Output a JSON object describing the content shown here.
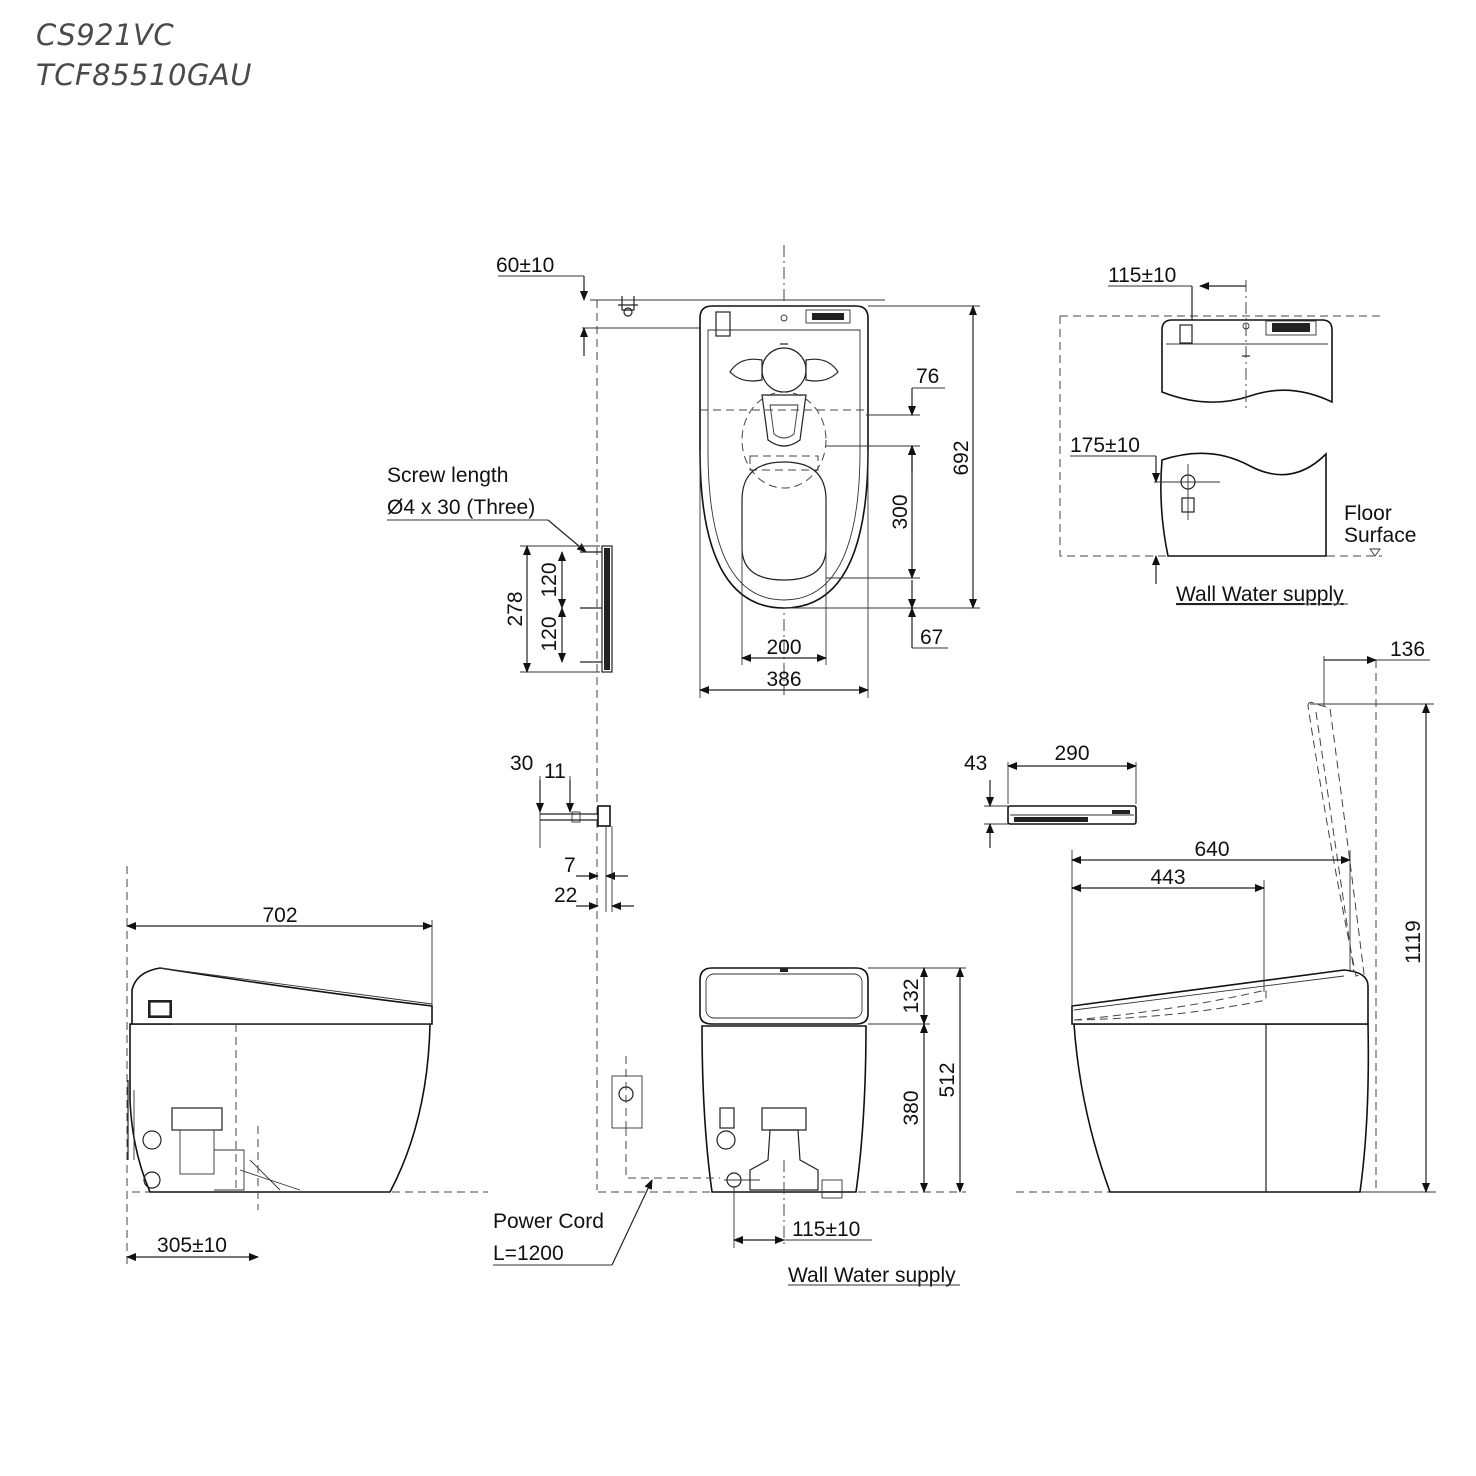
{
  "header": {
    "model_1": "CS921VC",
    "model_2": "TCF85510GAU"
  },
  "dimensions": {
    "top_offset": "60±10",
    "depth_76": "76",
    "depth_692": "692",
    "depth_300": "300",
    "depth_67": "67",
    "width_200": "200",
    "width_386": "386",
    "bracket_278": "278",
    "bracket_120a": "120",
    "bracket_120b": "120",
    "wall_115_top": "115±10",
    "wall_175": "175±10",
    "remote_43": "43",
    "remote_290": "290",
    "bracket_30": "30",
    "bracket_11": "11",
    "bracket_7": "7",
    "bracket_22": "22",
    "front_132": "132",
    "front_380": "380",
    "front_512": "512",
    "front_115": "115±10",
    "side_702": "702",
    "side_305": "305±10",
    "side_640": "640",
    "side_443": "443",
    "side_136": "136",
    "side_1119": "1119"
  },
  "labels": {
    "screw_length": "Screw length",
    "screw_spec": "Ø4 x 30 (Three)",
    "floor": "Floor",
    "surface": "Surface",
    "wall_water_supply_top": "Wall Water supply",
    "wall_water_supply_front": "Wall Water supply",
    "power_cord": "Power Cord",
    "power_cord_length": "L=1200"
  }
}
